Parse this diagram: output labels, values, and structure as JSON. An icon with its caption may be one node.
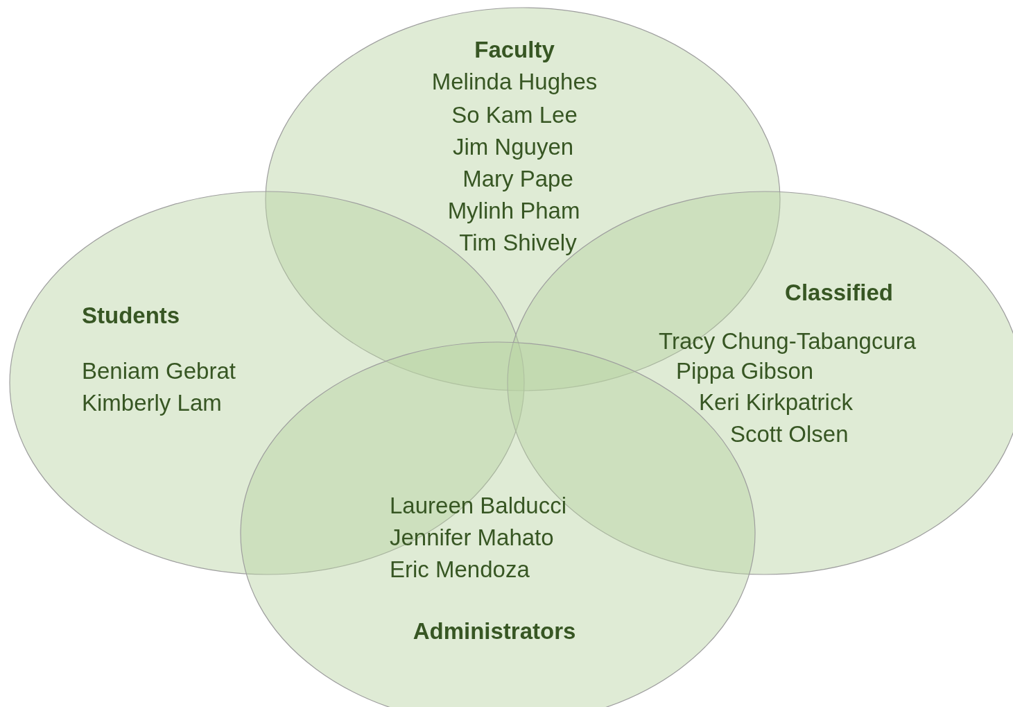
{
  "diagram": {
    "nodes": [
      {
        "text": [
          "Faculty",
          "Melinda Hughes",
          "So Kam Lee",
          "Jim Nguyen",
          "Mary Pape",
          "Mylinh Pham",
          "Tim Shively"
        ]
      },
      {
        "text": [
          "Students",
          "Beniam Gebrat",
          "Kimberly Lam"
        ]
      },
      {
        "text": [
          "Classified",
          "Tracy Chung-Tabangcura",
          "Pippa Gibson",
          "Keri Kirkpatrick",
          "Scott Olsen"
        ]
      },
      {
        "text": [
          "Laureen Balducci",
          "Jennifer Mahato",
          "Eric Mendoza",
          "Administrators"
        ]
      }
    ]
  }
}
